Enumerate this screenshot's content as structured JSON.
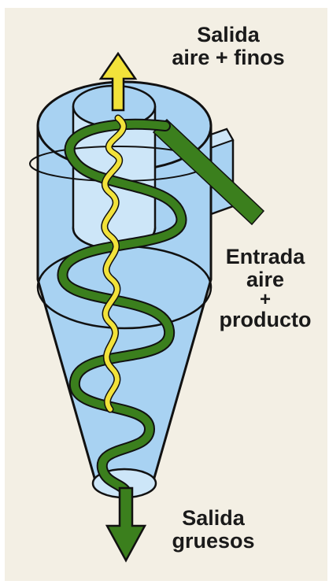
{
  "colors": {
    "background_outer": "#ffffff",
    "background_panel": "#f3efe4",
    "cyclone_fill": "#a8d2f2",
    "cyclone_inner": "#cde6f8",
    "outline": "#111111",
    "coarse_flow": "#3b7f1d",
    "fine_flow": "#f2e23a"
  },
  "labels": {
    "top": {
      "line1": "Salida",
      "line2": "aire + finos"
    },
    "middle": {
      "line1": "Entrada",
      "line2": "aire",
      "line3": "+",
      "line4": "producto"
    },
    "bottom": {
      "line1": "Salida",
      "line2": "gruesos"
    }
  },
  "icons": {
    "outlet_arrow_top": "arrow-up-icon",
    "outlet_arrow_bottom": "arrow-down-icon"
  }
}
